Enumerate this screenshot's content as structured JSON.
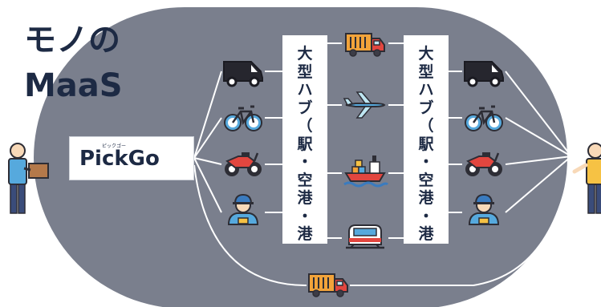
{
  "title": {
    "line1": "モノの",
    "line2": "MaaS"
  },
  "brand": {
    "name": "PickGo",
    "ruby": "ピックゴー"
  },
  "hubs": [
    {
      "label": "大型ハブ（駅・空港・港"
    },
    {
      "label": "大型ハブ（駅・空港・港"
    }
  ],
  "icons": {
    "left_column": [
      "van-icon",
      "bicycle-icon",
      "motorcycle-icon",
      "courier-icon"
    ],
    "middle_column": [
      "truck-icon",
      "airplane-icon",
      "ship-icon",
      "train-icon"
    ],
    "right_column": [
      "van-icon",
      "bicycle-icon",
      "motorcycle-icon",
      "courier-icon"
    ],
    "bottom": "truck-icon",
    "sender": "sender-person-icon",
    "receiver": "receiver-person-icon"
  },
  "colors": {
    "background_oval": "#7a7f8d",
    "text": "#1d2a44",
    "accent_red": "#e2463f",
    "accent_orange": "#f2a33a",
    "accent_yellow": "#f6c244",
    "accent_blue": "#56a9dd"
  }
}
